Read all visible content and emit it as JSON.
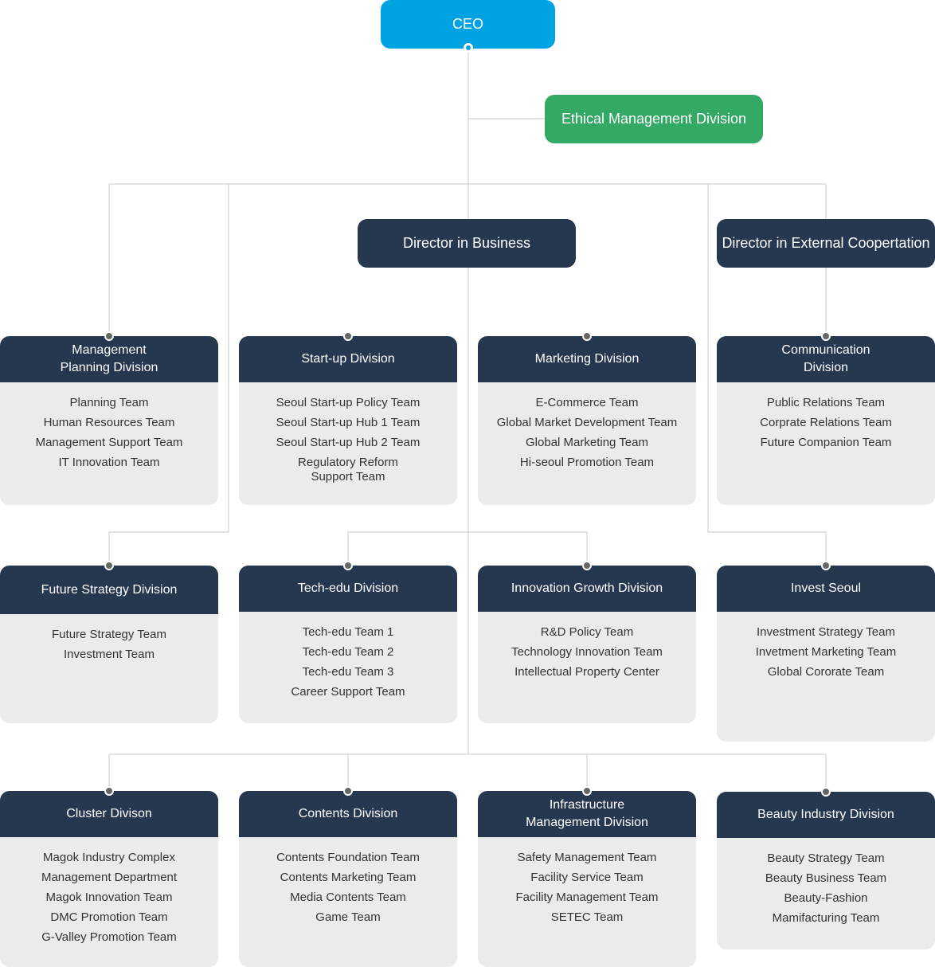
{
  "ceo": "CEO",
  "ethics": "Ethical Management Division",
  "director_business": "Director in Business",
  "director_external": "Director in External Coopertation",
  "divisions": [
    {
      "title": "Management\nPlanning Division",
      "teams": [
        "Planning Team",
        "Human Resources Team",
        "Management Support Team",
        "IT Innovation Team"
      ]
    },
    {
      "title": "Start-up Division",
      "teams": [
        "Seoul Start-up Policy Team",
        "Seoul Start-up Hub 1 Team",
        "Seoul Start-up Hub 2 Team",
        "Regulatory Reform\nSupport Team"
      ]
    },
    {
      "title": "Marketing Division",
      "teams": [
        "E-Commerce Team",
        "Global Market Development Team",
        "Global Marketing Team",
        "Hi-seoul Promotion Team"
      ]
    },
    {
      "title": "Communication\nDivision",
      "teams": [
        "Public Relations Team",
        "Corprate Relations Team",
        "Future Companion Team"
      ]
    },
    {
      "title": "Future Strategy Division",
      "teams": [
        "Future Strategy Team",
        "Investment Team"
      ]
    },
    {
      "title": "Tech-edu Division",
      "teams": [
        "Tech-edu Team 1",
        "Tech-edu Team 2",
        "Tech-edu Team 3",
        "Career Support Team"
      ]
    },
    {
      "title": "Innovation Growth Division",
      "teams": [
        "R&D Policy Team",
        "Technology Innovation Team",
        "Intellectual Property Center"
      ]
    },
    {
      "title": "Invest Seoul",
      "teams": [
        "Investment Strategy Team",
        "Invetment Marketing Team",
        "Global Cororate Team"
      ]
    },
    {
      "title": "Cluster Divison",
      "teams": [
        "Magok Industry Complex",
        "Management Department",
        "Magok Innovation Team",
        "DMC Promotion Team",
        "G-Valley Promotion Team"
      ]
    },
    {
      "title": "Contents Division",
      "teams": [
        "Contents Foundation Team",
        "Contents Marketing Team",
        "Media Contents Team",
        "Game Team"
      ]
    },
    {
      "title": "Infrastructure\nManagement Division",
      "teams": [
        "Safety Management Team",
        "Facility Service Team",
        "Facility Management Team",
        "SETEC Team"
      ]
    },
    {
      "title": "Beauty Industry Division",
      "teams": [
        "Beauty Strategy Team",
        "Beauty Business Team",
        "Beauty-Fashion",
        "Mamifacturing Team"
      ]
    }
  ],
  "colors": {
    "ceo": "#00a3e2",
    "ethics": "#34a865",
    "director": "#263750",
    "card_head": "#263750",
    "card_body": "#ebebeb",
    "connector": "#c8c8c8"
  }
}
